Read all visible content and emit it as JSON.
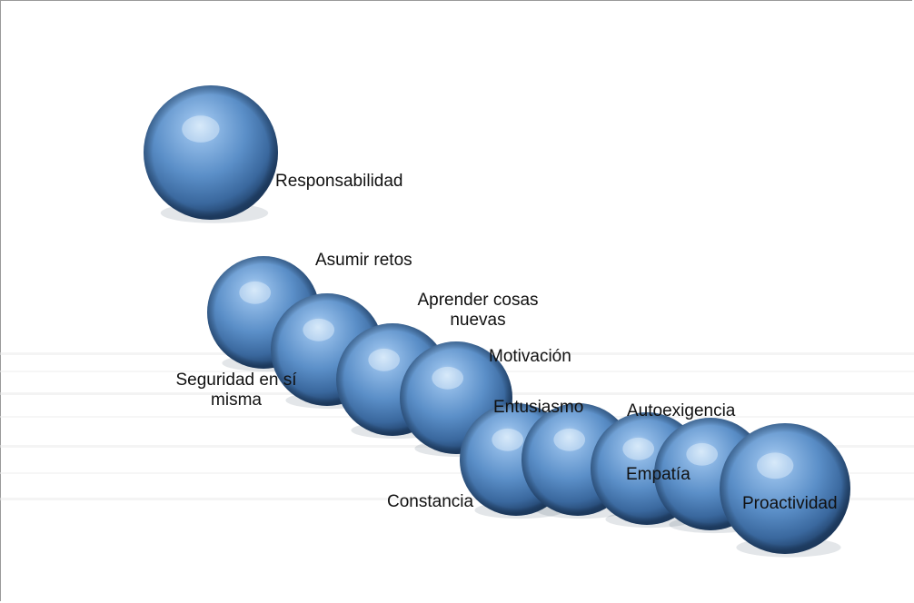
{
  "diagram": {
    "colors": {
      "sphere_light": "#a9cdf0",
      "sphere_mid": "#5b8fc8",
      "sphere_dark": "#23456f",
      "label": "#111111"
    },
    "nodes": [
      {
        "label": "Responsabilidad"
      },
      {
        "label": "Asumir retos"
      },
      {
        "label": "Aprender cosas nuevas",
        "line1": "Aprender cosas",
        "line2": "nuevas"
      },
      {
        "label": "Motivación"
      },
      {
        "label": "Seguridad en sí misma",
        "line1": "Seguridad en sí",
        "line2": "misma"
      },
      {
        "label": "Entusiasmo"
      },
      {
        "label": "Autoexigencia"
      },
      {
        "label": "Empatía"
      },
      {
        "label": "Constancia"
      },
      {
        "label": "Proactividad"
      }
    ]
  }
}
